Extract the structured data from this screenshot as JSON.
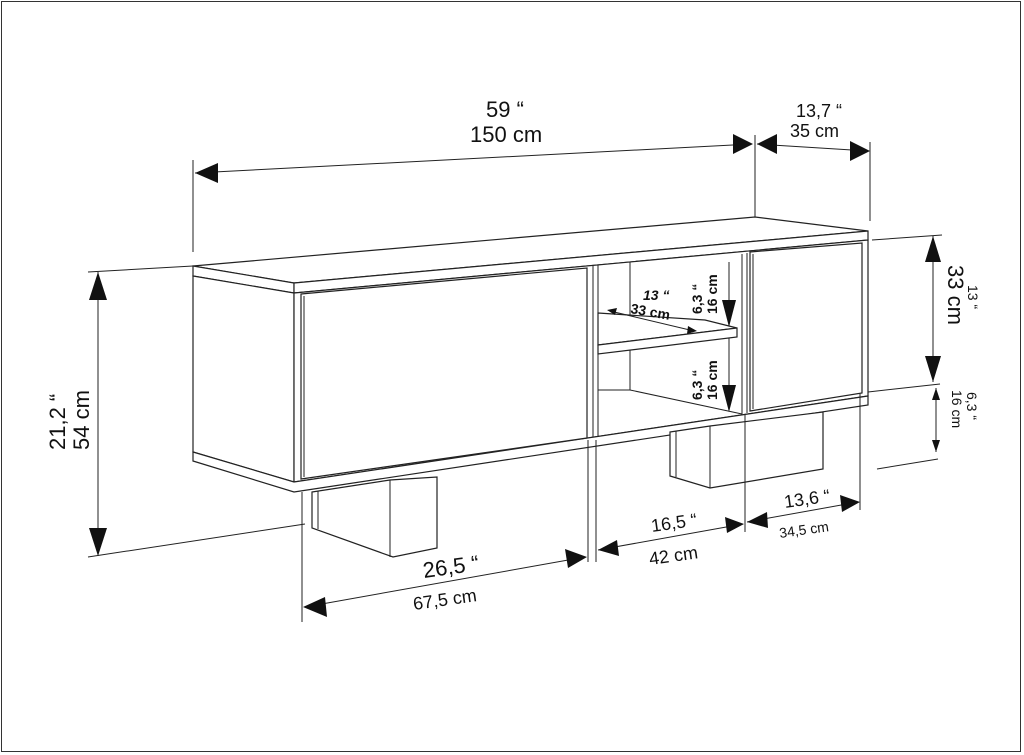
{
  "drawing": {
    "subject": "TV stand / low cabinet technical dimension drawing",
    "dimensions": {
      "total_width": {
        "inch": "59 “",
        "cm": "150 cm"
      },
      "depth": {
        "inch": "13,7 “",
        "cm": "35 cm"
      },
      "total_height": {
        "inch": "21,2 “",
        "cm": "54 cm"
      },
      "body_height": {
        "inch": "13 “",
        "cm": "33 cm"
      },
      "leg_height": {
        "inch": "6,3 “",
        "cm": "16 cm"
      },
      "shelf_depth": {
        "inch": "13 “",
        "cm": "33 cm"
      },
      "upper_compartment_height": {
        "inch": "6,3 “",
        "cm": "16 cm"
      },
      "lower_compartment_height": {
        "inch": "6,3 “",
        "cm": "16 cm"
      },
      "left_section_width": {
        "inch": "26,5 “",
        "cm": "67,5 cm"
      },
      "middle_section_width": {
        "inch": "16,5 “",
        "cm": "42 cm"
      },
      "right_section_width": {
        "inch": "13,6 “",
        "cm": "34,5 cm"
      }
    }
  }
}
